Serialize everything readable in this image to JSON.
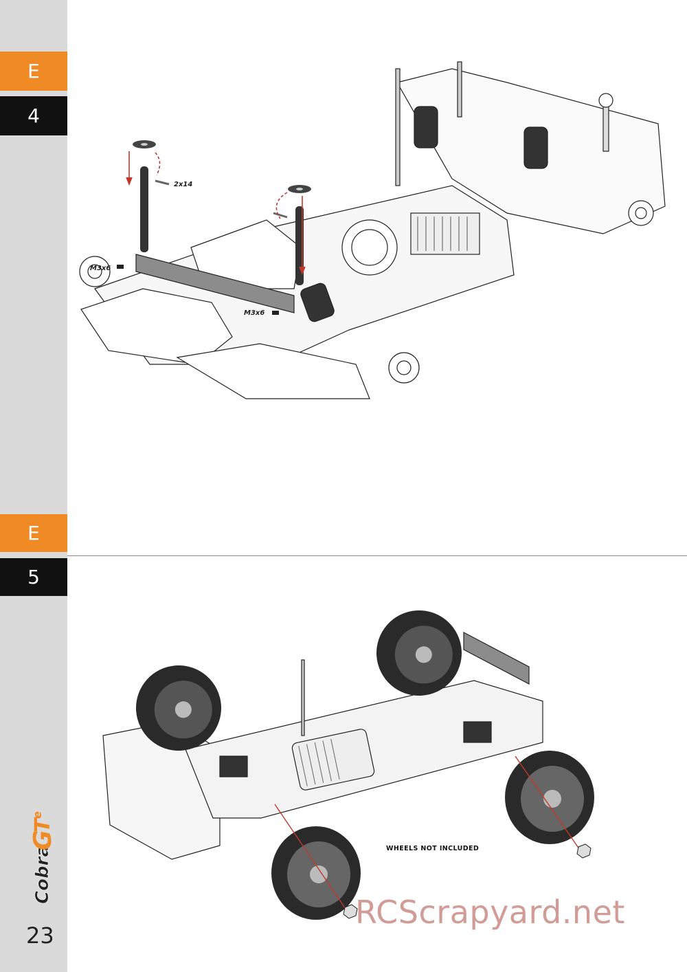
{
  "sidebar": {
    "step1_letter": "E",
    "step1_number": "4",
    "step2_letter": "E",
    "step2_number": "5",
    "page_number": "23",
    "logo_text": "CobraGTe"
  },
  "figure1": {
    "callouts": {
      "pin": "2x14",
      "screw_left": "M3x6",
      "screw_right": "M3x6"
    }
  },
  "figure2": {
    "note": "WHEELS NOT INCLUDED"
  },
  "watermark": "RCScrapyard.net",
  "colors": {
    "accent": "#f08a24",
    "sidebar": "#dadada",
    "tab_dark": "#111111",
    "arrow": "#c0392b",
    "watermark": "#c98a84"
  }
}
